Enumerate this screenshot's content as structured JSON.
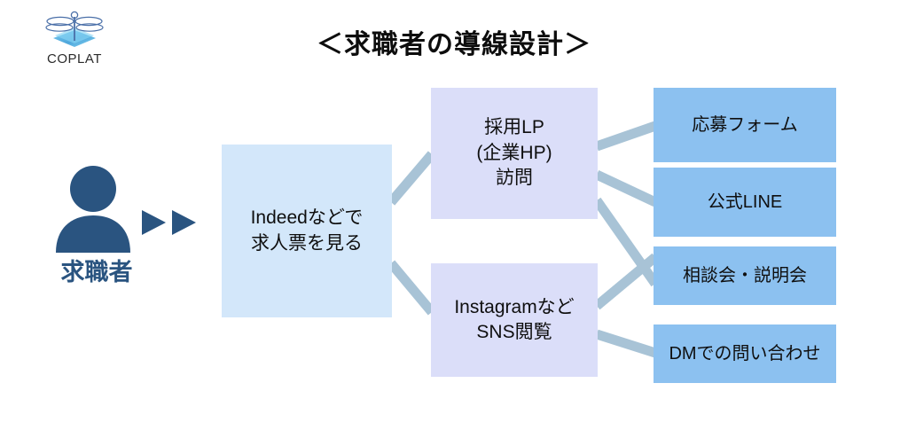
{
  "logo": {
    "name": "COPLAT",
    "icon": "dragonfly-icon",
    "colors": {
      "mark_dark": "#3b5f9c",
      "mark_light": "#6fc6ef",
      "text": "#2b2b2b"
    }
  },
  "title": "＜求職者の導線設計＞",
  "persona": {
    "icon": "person-icon",
    "label": "求職者",
    "color": "#2a5480",
    "arrows_icon": "double-triangle-right-icon",
    "arrow_count": 2
  },
  "palette": {
    "entry_fill": "#d3e7fa",
    "mid_fill": "#dbdef9",
    "leaf_fill": "#8cc1f0",
    "connector": "#a8c3d6",
    "background": "#ffffff"
  },
  "flow": {
    "entry": {
      "id": "indeed",
      "label": "Indeedなどで\n求人票を見る"
    },
    "middle": [
      {
        "id": "lp",
        "label": "採用LP\n(企業HP)\n訪問"
      },
      {
        "id": "sns",
        "label": "Instagramなど\nSNS閲覧"
      }
    ],
    "leaves": [
      {
        "id": "form",
        "label": "応募フォーム"
      },
      {
        "id": "line",
        "label": "公式LINE"
      },
      {
        "id": "seminar",
        "label": "相談会・説明会"
      },
      {
        "id": "dm",
        "label": "DMでの問い合わせ"
      }
    ],
    "edges": [
      {
        "from": "indeed",
        "to": "lp"
      },
      {
        "from": "indeed",
        "to": "sns"
      },
      {
        "from": "lp",
        "to": "form"
      },
      {
        "from": "lp",
        "to": "line"
      },
      {
        "from": "lp",
        "to": "seminar"
      },
      {
        "from": "sns",
        "to": "seminar"
      },
      {
        "from": "sns",
        "to": "dm"
      }
    ]
  }
}
